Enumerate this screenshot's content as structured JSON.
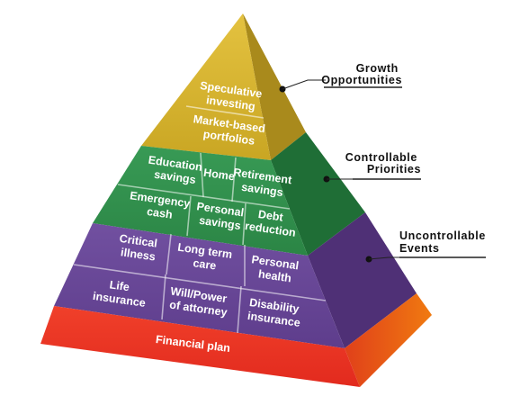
{
  "tiers": {
    "growth": {
      "top_cell": [
        "Speculative",
        "investing"
      ],
      "bottom_cell": [
        "Market-based",
        "portfolios"
      ]
    },
    "controllable": {
      "row1": [
        [
          "Education",
          "savings"
        ],
        [
          "Home"
        ],
        [
          "Retirement",
          "savings"
        ]
      ],
      "row2": [
        [
          "Emergency",
          "cash"
        ],
        [
          "Personal",
          "savings"
        ],
        [
          "Debt",
          "reduction"
        ]
      ]
    },
    "uncontrollable": {
      "row1": [
        [
          "Critical",
          "illness"
        ],
        [
          "Long term",
          "care"
        ],
        [
          "Personal",
          "health"
        ]
      ],
      "row2": [
        [
          "Life",
          "insurance"
        ],
        [
          "Will/Power",
          "of attorney"
        ],
        [
          "Disability",
          "insurance"
        ]
      ]
    },
    "base": {
      "label": "Financial plan"
    }
  },
  "callouts": {
    "growth": [
      "Growth",
      "Opportunities"
    ],
    "controllable": [
      "Controllable",
      "Priorities"
    ],
    "uncontrollable": [
      "Uncontrollable",
      "Events"
    ]
  },
  "colors": {
    "gold_front": "#d8b530",
    "gold_side": "#a98a1c",
    "green_front": "#2f8f4b",
    "green_side": "#1f6e36",
    "purple_front": "#6a4596",
    "purple_side": "#4f3076",
    "red_front": "#ea3424",
    "red_side": "#d8500f"
  }
}
